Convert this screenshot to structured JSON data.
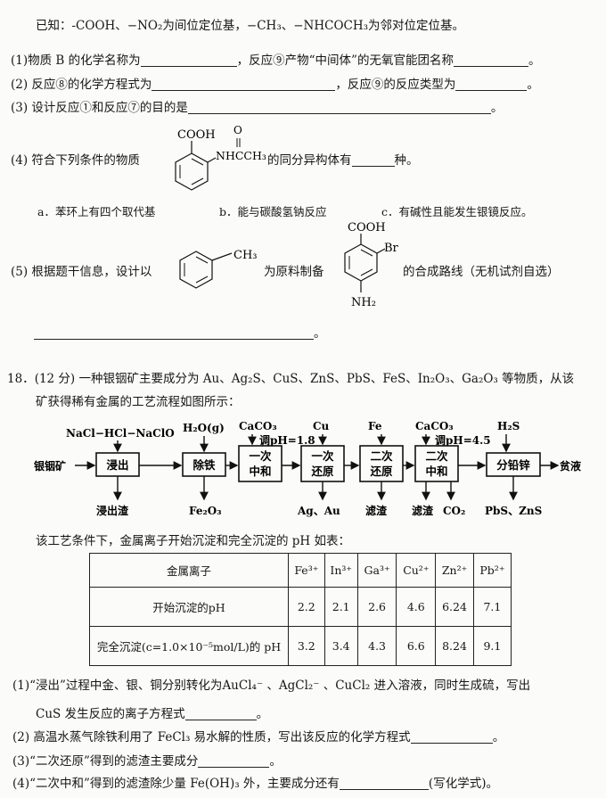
{
  "known": "已知：-COOH、−NO₂为间位定位基，−CH₃、−NHCOCH₃为邻对位定位基。",
  "q1": {
    "a": "(1)物质 B 的化学名称为",
    "b": "，反应⑨产物“中间体”的无氧官能团名称",
    "c": "。"
  },
  "q2": {
    "a": "(2) 反应⑧的化学方程式为",
    "b": "，反应⑨的反应类型为",
    "c": "。"
  },
  "q3": {
    "a": "(3) 设计反应①和反应⑦的目的是",
    "b": "。"
  },
  "q4": {
    "a": "(4) 符合下列条件的物质",
    "b": "的同分异构体有",
    "c": "种。",
    "mol_cooh": "COOH",
    "mol_o": "O",
    "mol_nh": "NHCCH₃",
    "conds": [
      "a．苯环上有四个取代基",
      "b．能与碳酸氢钠反应",
      "c．有碱性且能发生银镜反应。"
    ]
  },
  "q5": {
    "a": "(5) 根据题干信息，设计以",
    "b": "为原料制备",
    "c": "的合成路线（无机试剂自选）",
    "ch3": "CH₃",
    "cooh": "COOH",
    "br": "Br",
    "nh2": "NH₂",
    "end": "。"
  },
  "p18": {
    "num": "18．",
    "line1": "(12 分) 一种银铟矿主要成分为 Au、Ag₂S、CuS、ZnS、PbS、FeS、In₂O₃、Ga₂O₃ 等物质，从该",
    "line2": "矿获得稀有金属的工艺流程如图所示："
  },
  "flow": {
    "feed": "银铟矿",
    "end_product": "贫液",
    "reagents": [
      "NaCl−HCl−NaClO",
      "H₂O(g)",
      "CaCO₃",
      "Cu",
      "Fe",
      "CaCO₃",
      "H₂S"
    ],
    "ph_notes": [
      "调pH=1.8",
      "调pH=4.5"
    ],
    "boxes": [
      "浸出",
      "除铁",
      "一次 中和",
      "一次 还原",
      "二次 还原",
      "二次 中和",
      "分铅锌"
    ],
    "outputs": [
      "浸出渣",
      "Fe₂O₃",
      "Ag、Au",
      "滤渣",
      "滤渣",
      "CO₂",
      "PbS、ZnS"
    ]
  },
  "table_intro": "该工艺条件下，金属离子开始沉淀和完全沉淀的 pH 如表：",
  "table": {
    "header": "金属离子",
    "ions": [
      "Fe³⁺",
      "In³⁺",
      "Ga³⁺",
      "Cu²⁺",
      "Zn²⁺",
      "Pb²⁺"
    ],
    "rows": [
      {
        "label": "开始沉淀的pH",
        "values": [
          "2.2",
          "2.1",
          "2.6",
          "4.6",
          "6.24",
          "7.1"
        ]
      },
      {
        "label": "完全沉淀(c=1.0×10⁻⁵mol/L)的 pH",
        "values": [
          "3.2",
          "3.4",
          "4.3",
          "6.6",
          "8.24",
          "9.1"
        ]
      }
    ]
  },
  "s1": {
    "a": "(1)“浸出”过程中金、银、铜分别转化为",
    "b": "AuCl₄⁻ 、AgCl₂⁻ 、CuCl₂ 进入溶液，同时生成硫，写出",
    "c": "CuS 发生反应的离子方程式",
    "d": "。"
  },
  "s2": {
    "a": "(2) 高温水蒸气除铁利用了 FeCl₃ 易水解的性质，写出该反应的化学方程式",
    "b": "。"
  },
  "s3": {
    "a": "(3)“二次还原”得到的滤渣主要成分",
    "b": "。"
  },
  "s4": {
    "a": "(4)“二次中和”得到的滤渣除少量 Fe(OH)₃ 外，主要成分还有",
    "b": "(写化学式)。"
  }
}
